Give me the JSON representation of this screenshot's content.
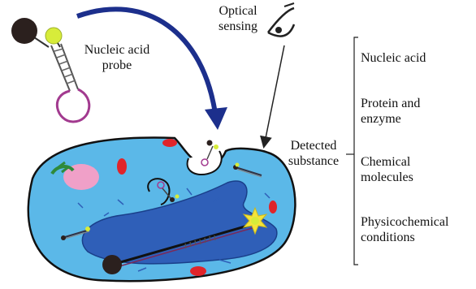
{
  "probe": {
    "line1": "Nucleic acid",
    "line2": "probe"
  },
  "sensing": {
    "line1": "Optical",
    "line2": "sensing"
  },
  "detected": {
    "line1": "Detected",
    "line2": "substance"
  },
  "categories": [
    {
      "line1": "Nucleic acid",
      "line2": ""
    },
    {
      "line1": "Protein and",
      "line2": "enzyme"
    },
    {
      "line1": "Chemical",
      "line2": "molecules"
    },
    {
      "line1": "Physicochemical",
      "line2": "conditions"
    }
  ],
  "colors": {
    "cell_fill": "#5bb8e8",
    "nucleus_fill": "#2f5fb8",
    "arrow_blue": "#1c2f8c",
    "probe_loop": "#a23a8f",
    "probe_head": "#d7ec3a",
    "quencher": "#2b201e",
    "organelle_red": "#e0242a",
    "organelle_pink": "#f0a0c8",
    "organelle_green": "#2f8a3a",
    "flare": "#f4e43a"
  }
}
